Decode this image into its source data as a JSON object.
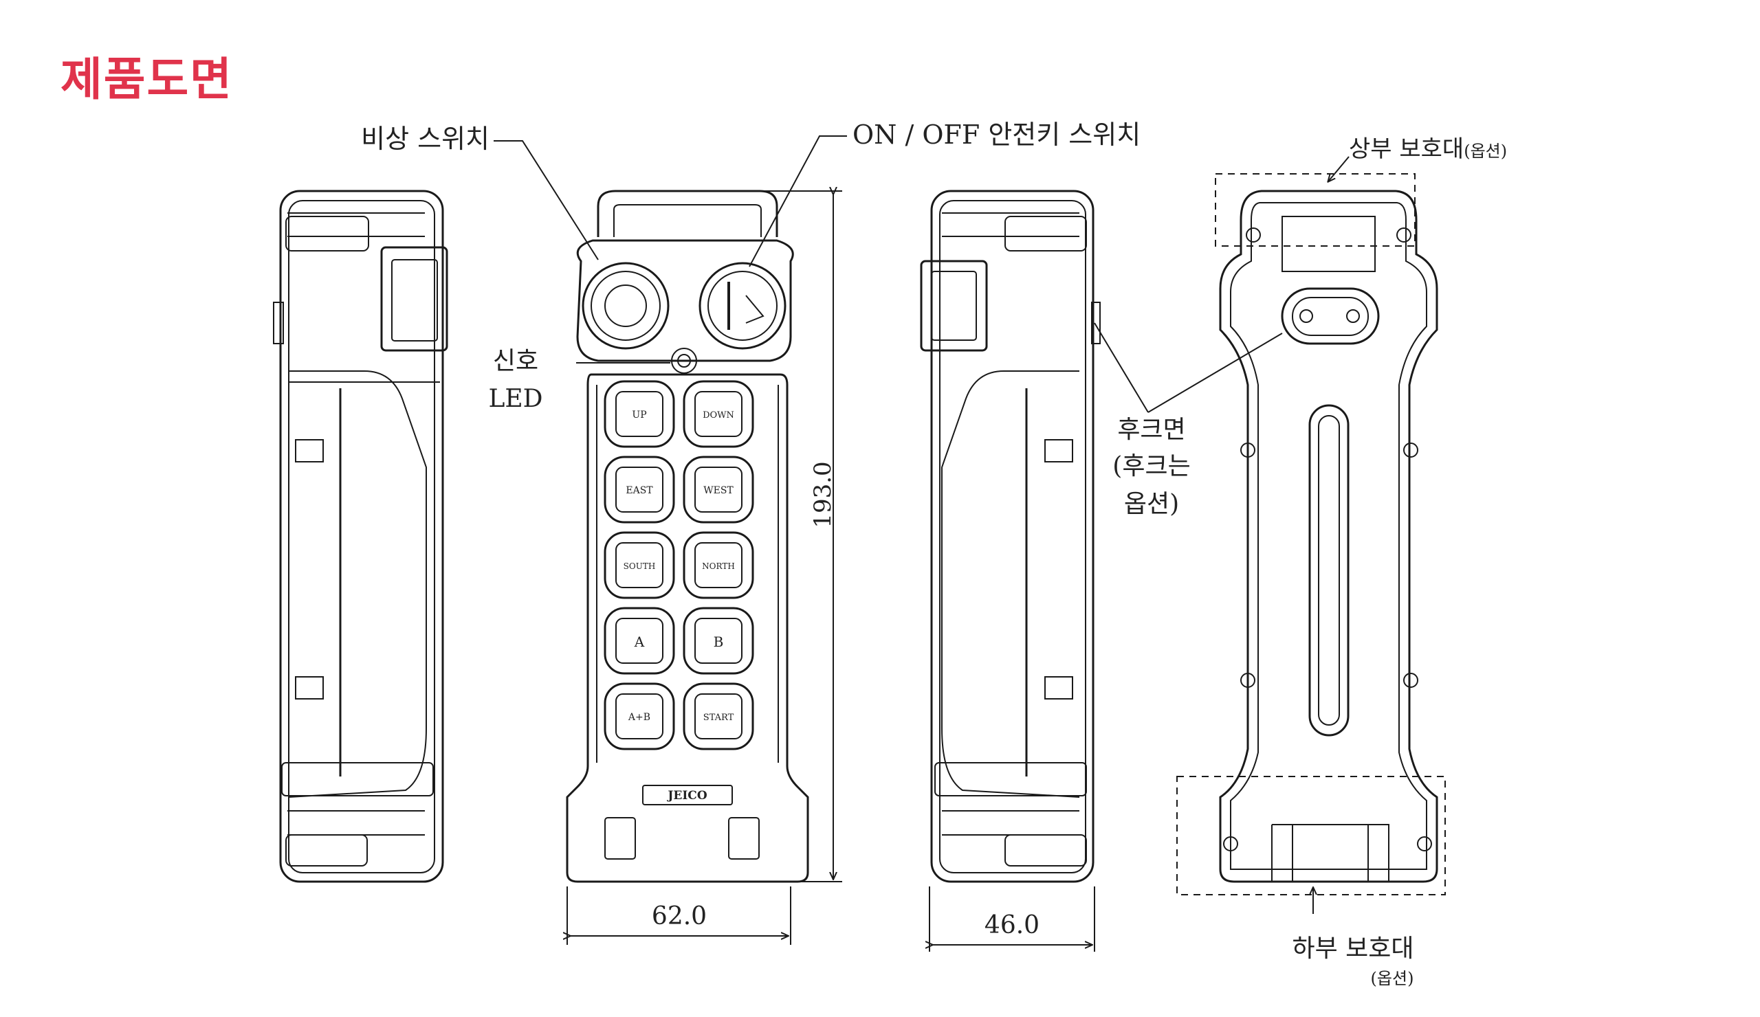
{
  "page": {
    "title": "제품도면",
    "accent_color": "#e0334b"
  },
  "callouts": {
    "emergency_switch": "비상 스위치",
    "key_switch": "ON / OFF 안전키 스위치",
    "led_line1": "신호",
    "led_line2": "LED",
    "hook_line1": "후크면",
    "hook_line2": "(후크는",
    "hook_line3": "옵션)",
    "top_guard_main": "상부 보호대",
    "top_guard_opt": "(옵션)",
    "bottom_guard_main": "하부 보호대",
    "bottom_guard_opt": "(옵션)"
  },
  "dimensions": {
    "height": "193.0",
    "width_front": "62.0",
    "width_side": "46.0"
  },
  "buttons": [
    [
      "UP",
      "DOWN"
    ],
    [
      "EAST",
      "WEST"
    ],
    [
      "SOUTH",
      "NORTH"
    ],
    [
      "A",
      "B"
    ],
    [
      "A+B",
      "START"
    ]
  ],
  "brand": "JEICO"
}
